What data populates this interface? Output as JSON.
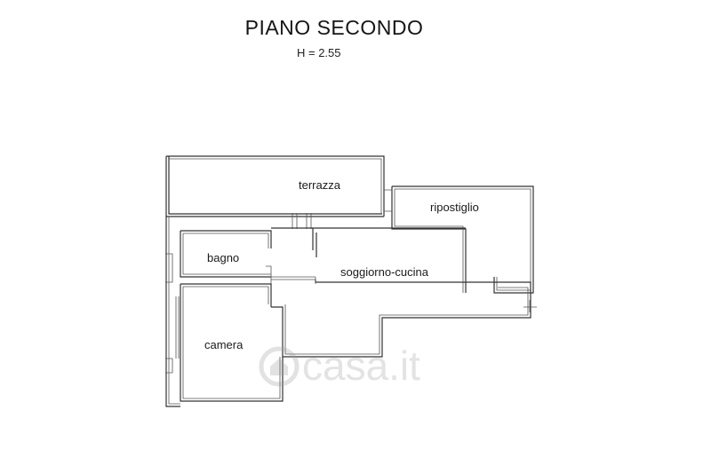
{
  "header": {
    "title": "PIANO SECONDO",
    "height_label": "H = 2.55"
  },
  "rooms": {
    "terrazza": "terrazza",
    "ripostiglio": "ripostiglio",
    "bagno": "bagno",
    "soggiorno": "soggiorno-cucina",
    "camera": "camera"
  },
  "watermark": {
    "text": "casa.it"
  }
}
